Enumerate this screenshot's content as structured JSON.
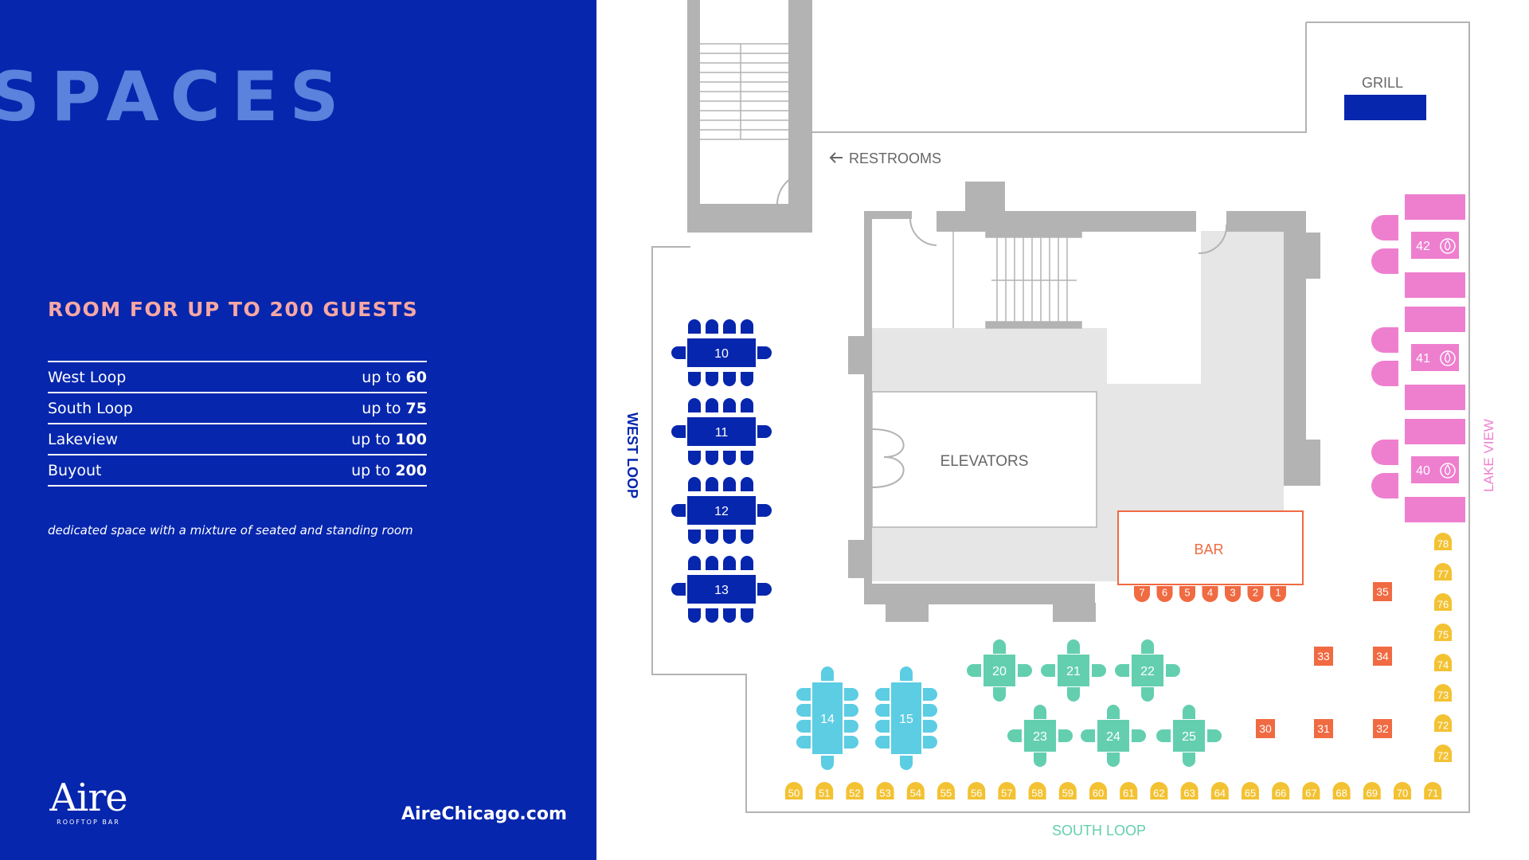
{
  "heading": "SPACES",
  "subheading": "ROOM FOR UP TO 200 GUESTS",
  "capacity": [
    {
      "area": "West Loop",
      "prefix": "up to",
      "count": "60"
    },
    {
      "area": "South Loop",
      "prefix": "up to",
      "count": "75"
    },
    {
      "area": "Lakeview",
      "prefix": "up to",
      "count": "100"
    },
    {
      "area": "Buyout",
      "prefix": "up to",
      "count": "200"
    }
  ],
  "note": "dedicated space with a mixture of seated and standing room",
  "logo": {
    "word": "Aire",
    "sub": "ROOFTOP BAR"
  },
  "website": "AireChicago.com",
  "floorplan": {
    "labels": {
      "grill": "GRILL",
      "restrooms": "RESTROOMS",
      "elevators": "ELEVATORS",
      "bar": "BAR",
      "west_loop": "WEST LOOP",
      "lake_view": "LAKE VIEW",
      "south_loop": "SOUTH LOOP"
    },
    "colors": {
      "west_loop": "#0626ad",
      "south_loop_tall": "#5ccde3",
      "south_loop_square": "#63cfae",
      "bar": "#f06a42",
      "lake_view": "#ee7fcf",
      "stools": "#f3c232",
      "walls": "#b3b3b3",
      "core": "#e6e6e6"
    },
    "west_tables": [
      "10",
      "11",
      "12",
      "13"
    ],
    "tall_tables": [
      "14",
      "15"
    ],
    "square_tables": [
      "20",
      "21",
      "22",
      "23",
      "24",
      "25"
    ],
    "bar_seats": [
      "7",
      "6",
      "5",
      "4",
      "3",
      "2",
      "1"
    ],
    "orange_tables": [
      "30",
      "31",
      "32",
      "33",
      "34",
      "35"
    ],
    "fire_tables": [
      "42",
      "41",
      "40"
    ],
    "bottom_stools": [
      "50",
      "51",
      "52",
      "53",
      "54",
      "55",
      "56",
      "57",
      "58",
      "59",
      "60",
      "61",
      "62",
      "63",
      "64",
      "65",
      "66",
      "67",
      "68",
      "69",
      "70",
      "71"
    ],
    "right_stools": [
      "78",
      "77",
      "76",
      "75",
      "74",
      "73",
      "72",
      "72"
    ]
  }
}
